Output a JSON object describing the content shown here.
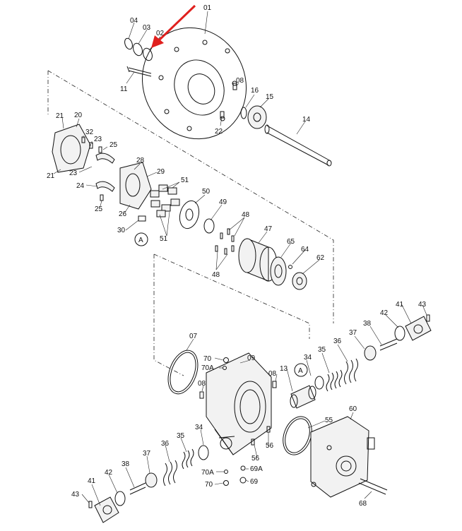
{
  "labels": {
    "p01": "01",
    "p02": "02",
    "p03": "03",
    "p04": "04",
    "p07": "07",
    "p08a": "08",
    "p08b": "08",
    "p09": "09",
    "p11": "11",
    "p13": "13",
    "p14": "14",
    "p15": "15",
    "p16": "16",
    "p20": "20",
    "p21a": "21",
    "p21b": "21",
    "p22": "22",
    "p23a": "23",
    "p23b": "23",
    "p24": "24",
    "p25a": "25",
    "p25b": "25",
    "p26": "26",
    "p28": "28",
    "p29": "29",
    "p30": "30",
    "p32": "32",
    "p34a": "34",
    "p34b": "34",
    "p35a": "35",
    "p35b": "35",
    "p36a": "36",
    "p36b": "36",
    "p37a": "37",
    "p37b": "37",
    "p38a": "38",
    "p38b": "38",
    "p41a": "41",
    "p41b": "41",
    "p42a": "42",
    "p42b": "42",
    "p43a": "43",
    "p43b": "43",
    "p47": "47",
    "p48a": "48",
    "p48b": "48",
    "p49": "49",
    "p50": "50",
    "p51a": "51",
    "p51b": "51",
    "p55": "55",
    "p56a": "56",
    "p56b": "56",
    "p60": "60",
    "p62": "62",
    "p64": "64",
    "p65": "65",
    "p68": "68",
    "p69": "69",
    "p69a": "69A",
    "p70a": "70",
    "p70b": "70",
    "p70Aa": "70A",
    "p70Ab": "70A",
    "refA1": "A",
    "refA2": "A"
  },
  "colors": {
    "highlight_arrow": "#e0201e",
    "line": "#111111"
  }
}
